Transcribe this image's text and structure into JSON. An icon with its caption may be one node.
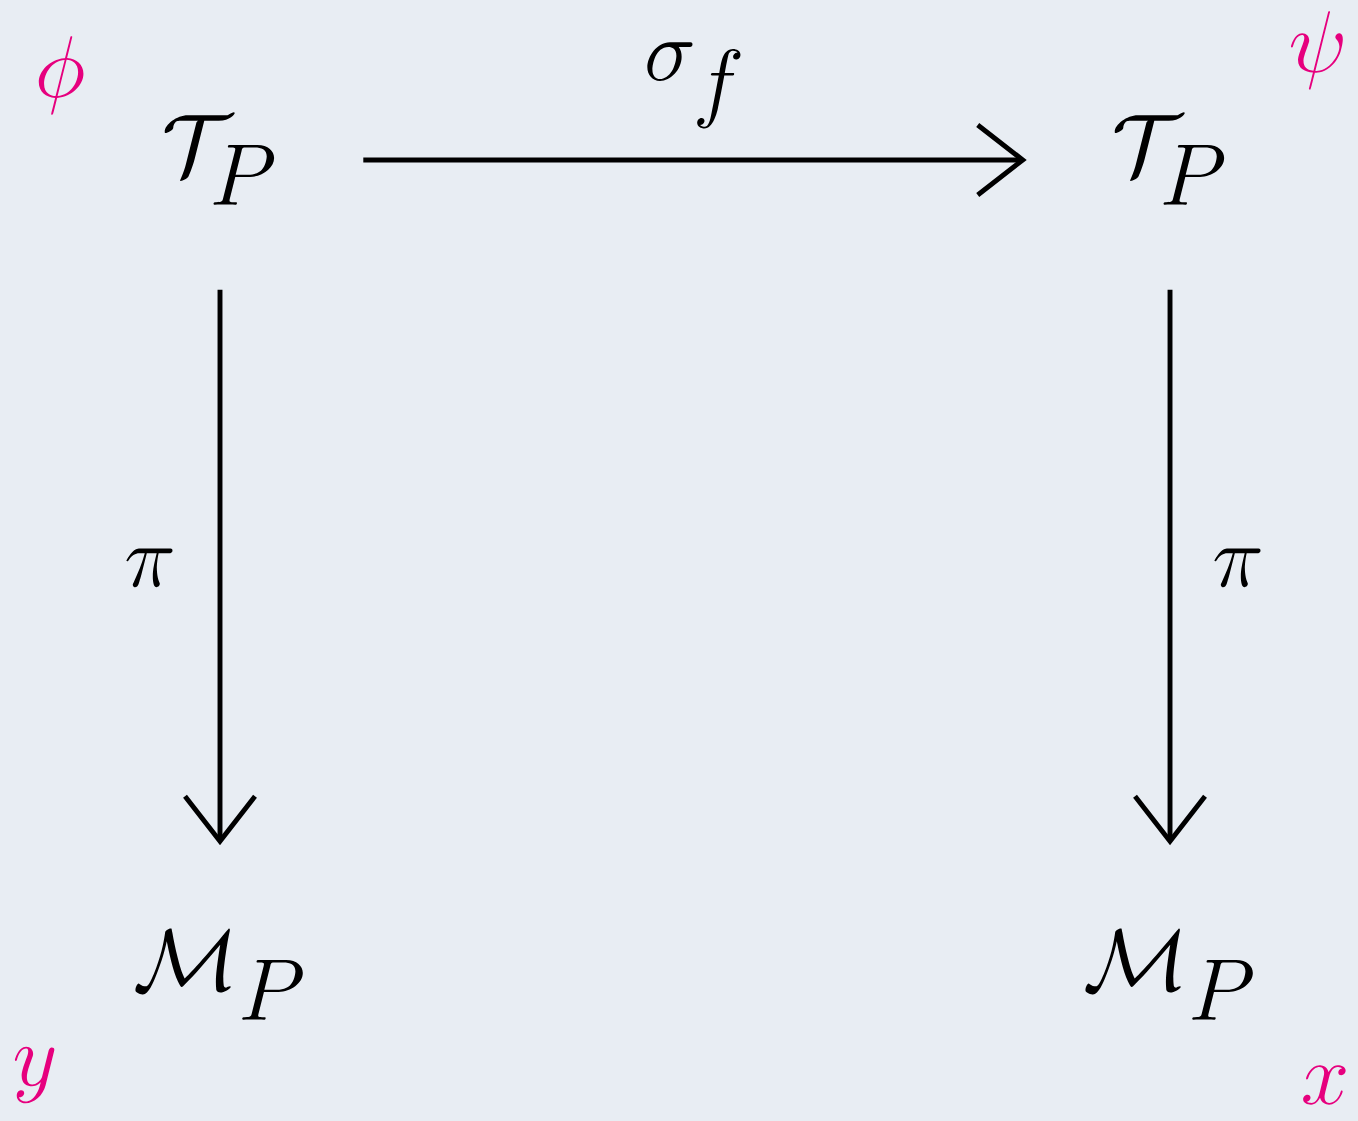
{
  "diagram": {
    "nodes": [
      {
        "text": [
          "\\mathcal{T}_P"
        ],
        "beside": [
          "\\phi"
        ]
      },
      {
        "text": [
          "\\mathcal{T}_P"
        ],
        "beside": [
          "\\psi"
        ]
      },
      {
        "text": [
          "\\mathcal{M}_P"
        ],
        "beside": [
          "y"
        ]
      },
      {
        "text": [
          "\\mathcal{M}_P"
        ],
        "beside": [
          "x"
        ]
      }
    ],
    "edges": [
      {
        "from": 0,
        "to": 1,
        "arrow": "to",
        "label": "\\sigma_f"
      },
      {
        "from": 0,
        "to": 2,
        "arrow": "to",
        "label": "\\pi"
      },
      {
        "from": 1,
        "to": 3,
        "arrow": "to",
        "label": "\\pi"
      }
    ]
  }
}
